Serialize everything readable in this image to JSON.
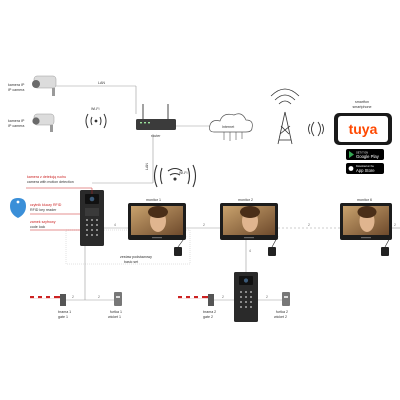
{
  "diagram": {
    "cameras": [
      {
        "label_pl": "kamera IP",
        "label_en": "IP camera"
      },
      {
        "label_pl": "kamera IP",
        "label_en": "IP camera"
      }
    ],
    "links": {
      "lan": "LAN",
      "wifi_top": "Wi-Fi",
      "wifi_middle": "Wi-Fi",
      "lan_vertical": "LAN"
    },
    "router": {
      "label": "router"
    },
    "internet": {
      "label": "Internet"
    },
    "smartphone": {
      "label_pl": "smartfon",
      "label_en": "smartphone"
    },
    "app": {
      "brand": "tuya",
      "google_small": "GET IT ON",
      "google_big": "Google Play",
      "apple_small": "Download on the",
      "apple_big": "App Store"
    },
    "panel_annotations": [
      {
        "pl": "kamera z detekcją ruchu",
        "en": "camera with motion detection"
      },
      {
        "pl": "czytnik kluczy RFID",
        "en": "RFID key reader"
      },
      {
        "pl": "zamek szyfrowy",
        "en": "code lock"
      }
    ],
    "monitors": [
      {
        "label": "monitor 1"
      },
      {
        "label": "monitor 2"
      },
      {
        "label": "monitor 6"
      }
    ],
    "basic_set": {
      "pl": "zestaw podstawowy",
      "en": "basic set"
    },
    "gates": [
      {
        "pl": "brama 1",
        "en": "gate 1"
      },
      {
        "pl": "brama 2",
        "en": "gate 2"
      }
    ],
    "wickets": [
      {
        "pl": "furtka 1",
        "en": "wicket 1"
      },
      {
        "pl": "furtka 2",
        "en": "wicket 2"
      }
    ],
    "wire_numbers": {
      "panel_to_mon1": "4",
      "mon1_to_mon2": "2",
      "mon2_to_mon6": "2",
      "mon6_out": "2",
      "gate1": "2",
      "wicket1": "2",
      "gate2": "2",
      "wicket2": "2",
      "panel2_up": "4"
    },
    "colors": {
      "accent_red": "#cc2222",
      "tuya_orange": "#ff4800",
      "wifi_tag_blue": "#2a7fc9",
      "line": "#9a9a9a"
    }
  }
}
